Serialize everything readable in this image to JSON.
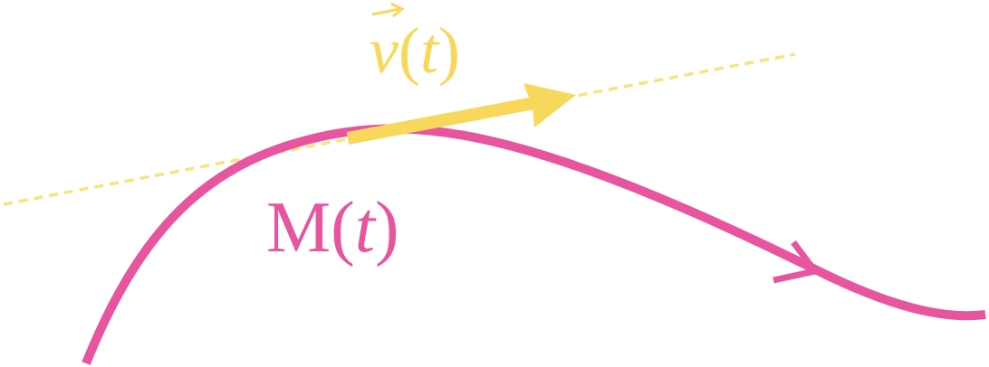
{
  "labels": {
    "velocity_vector": "v",
    "velocity_argument": "(t)",
    "velocity_open_paren": "(",
    "velocity_var": "t",
    "velocity_close_paren": ")",
    "curve_point": "M",
    "curve_open_paren": "(",
    "curve_var": "t",
    "curve_close_paren": ")"
  },
  "colors": {
    "curve": "#e8559f",
    "vector": "#f7d85a",
    "tangent": "#f8e57a",
    "background": "#ffffff"
  },
  "icons": {
    "vector_arrow": "right-arrow-icon",
    "curve_direction": "direction-arrow-icon"
  }
}
